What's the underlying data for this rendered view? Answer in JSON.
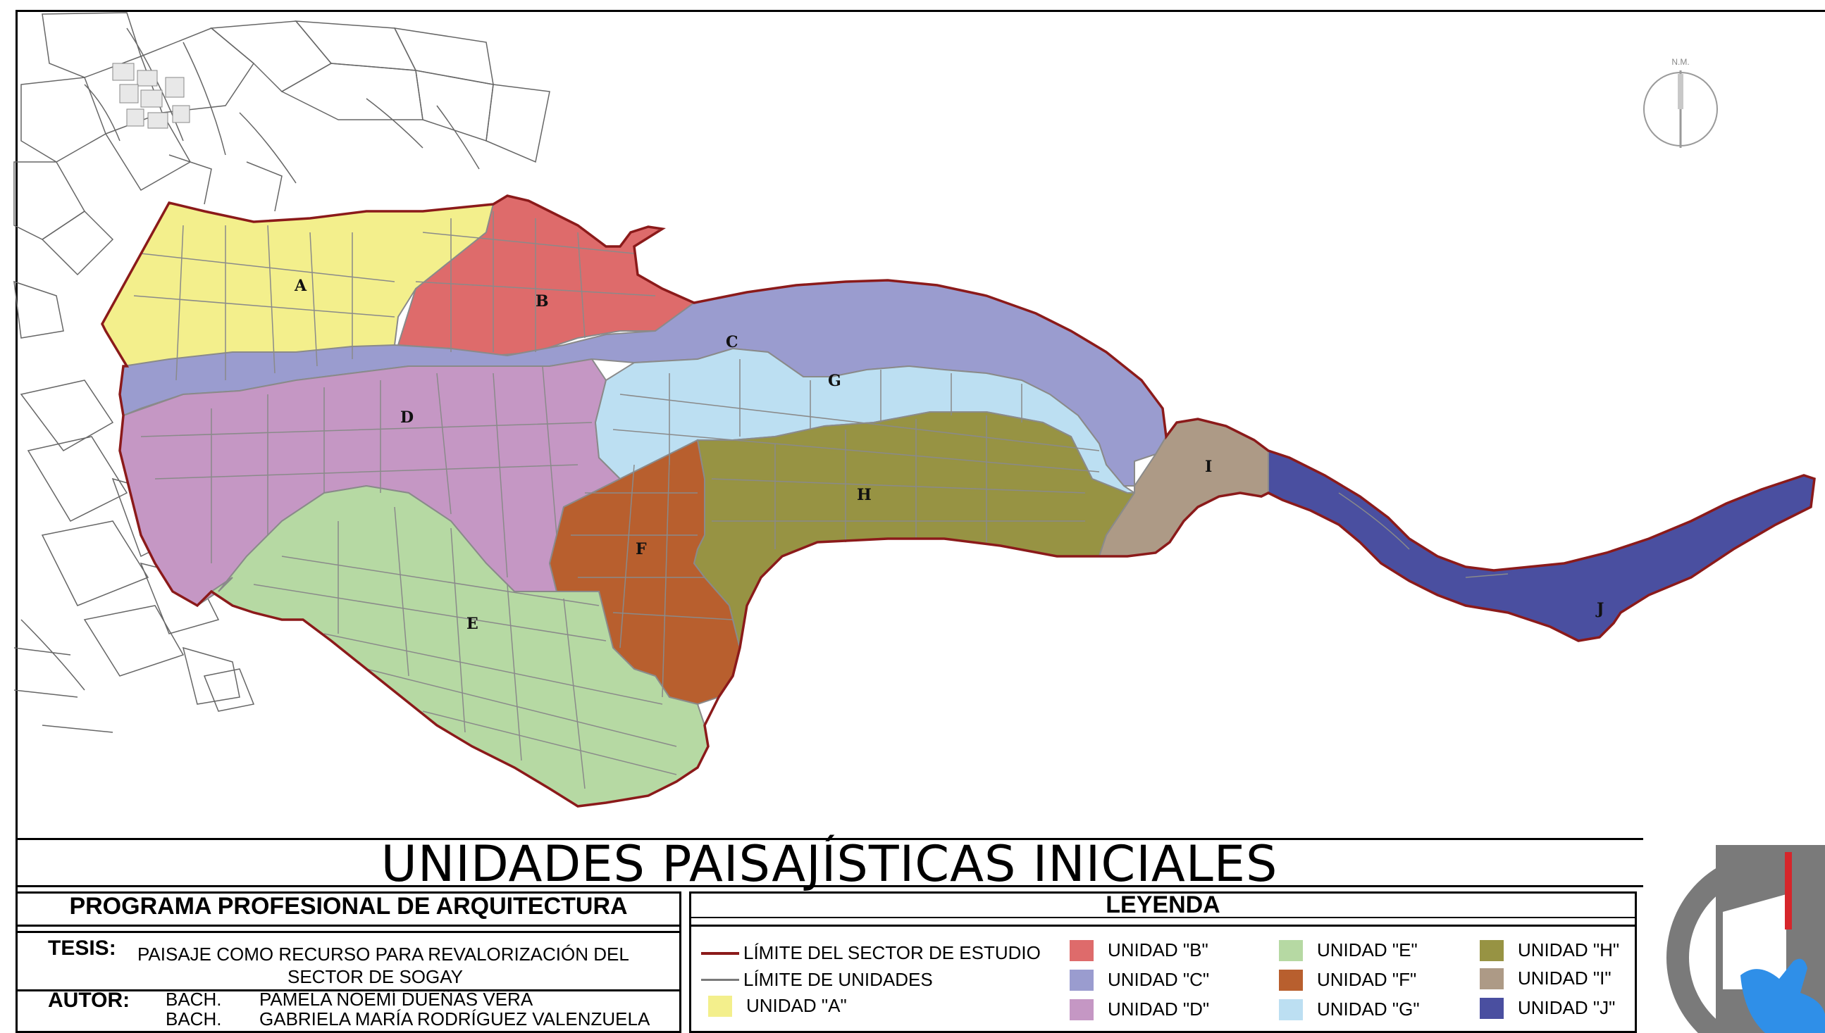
{
  "title": "UNIDADES PAISAJÍSTICAS INICIALES",
  "program": "PROGRAMA PROFESIONAL DE ARQUITECTURA",
  "thesis": {
    "label": "TESIS:",
    "line1": "PAISAJE COMO RECURSO PARA REVALORIZACIÓN DEL",
    "line2": "SECTOR DE SOGAY"
  },
  "author": {
    "label": "AUTOR:",
    "prefix1": "BACH.",
    "name1": "PAMELA NOEMÍ DUEÑAS VERA",
    "prefix2": "BACH.",
    "name2": "GABRIELA MARÍA RODRÍGUEZ  VALENZUELA"
  },
  "north_label": "N.M.",
  "legend": {
    "title": "LEYENDA",
    "boundary_study": {
      "label": "LÍMITE DEL SECTOR DE ESTUDIO",
      "color": "#8b1a1a"
    },
    "boundary_units": {
      "label": "LÍMITE DE UNIDADES",
      "color": "#7a7a7a"
    },
    "units": [
      {
        "key": "A",
        "label": "UNIDAD \"A\"",
        "color": "#f3ef8c"
      },
      {
        "key": "B",
        "label": "UNIDAD \"B\"",
        "color": "#de6b6b"
      },
      {
        "key": "C",
        "label": "UNIDAD \"C\"",
        "color": "#9a9ccf"
      },
      {
        "key": "D",
        "label": "UNIDAD \"D\"",
        "color": "#c597c4"
      },
      {
        "key": "E",
        "label": "UNIDAD \"E\"",
        "color": "#b6d9a3"
      },
      {
        "key": "F",
        "label": "UNIDAD \"F\"",
        "color": "#b85f2e"
      },
      {
        "key": "G",
        "label": "UNIDAD \"G\"",
        "color": "#bcdff2"
      },
      {
        "key": "H",
        "label": "UNIDAD \"H\"",
        "color": "#979343"
      },
      {
        "key": "I",
        "label": "UNIDAD \"I\"",
        "color": "#ad9a86"
      },
      {
        "key": "J",
        "label": "UNIDAD \"J\"",
        "color": "#4a4fa0"
      }
    ]
  },
  "map_labels": [
    "A",
    "B",
    "C",
    "D",
    "E",
    "F",
    "G",
    "H",
    "I",
    "J"
  ],
  "logo": {
    "colors": [
      "#7a7a7a",
      "#d6262b",
      "#2f8fe8"
    ]
  }
}
